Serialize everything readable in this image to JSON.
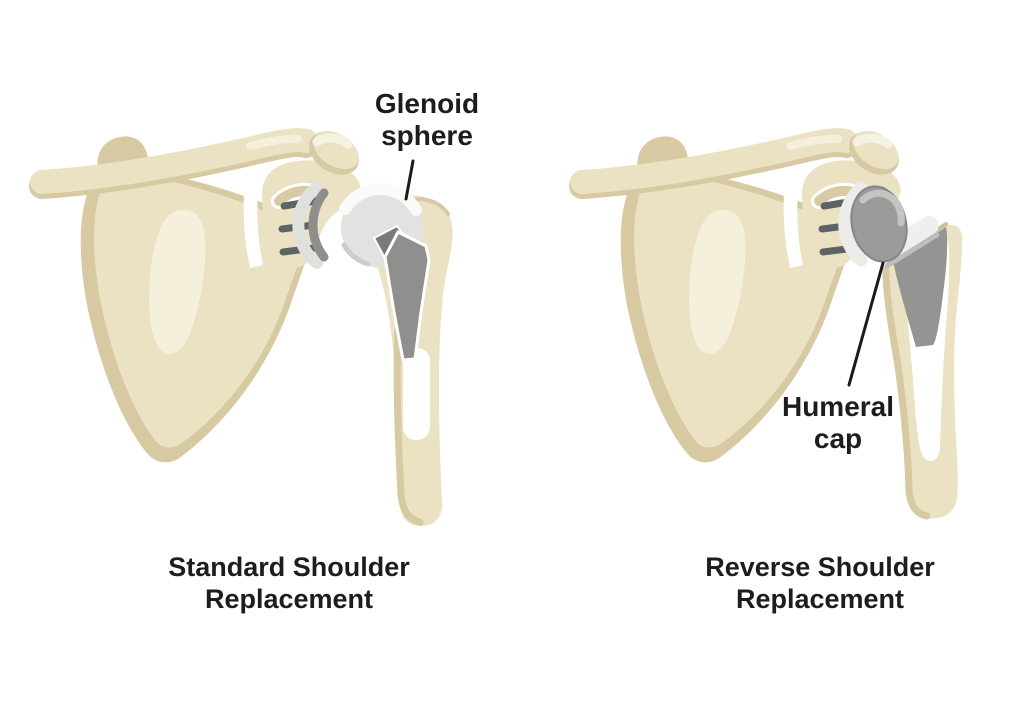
{
  "figure_type": "medical-illustration",
  "subject": "Shoulder replacement comparison",
  "background": "#ffffff",
  "colors": {
    "bone": "#EAE2C3",
    "bone_shade": "#D7C9A1",
    "bone_highlight": "#F4F0DC",
    "implant_light_gray": "#E2E2E0",
    "implant_mid_gray": "#9B9B99",
    "implant_dark_gray": "#8F8F8D",
    "screw_gray": "#5E6366",
    "label_text": "#1D1D1B",
    "leader_line": "#1A1A1A"
  },
  "panels": [
    {
      "id": "standard",
      "label": {
        "line1": "Glenoid",
        "line2": "sphere"
      },
      "caption": {
        "line1": "Standard Shoulder",
        "line2": "Replacement"
      }
    },
    {
      "id": "reverse",
      "label": {
        "line1": "Humeral",
        "line2": "cap"
      },
      "caption": {
        "line1": "Reverse Shoulder",
        "line2": "Replacement"
      }
    }
  ]
}
